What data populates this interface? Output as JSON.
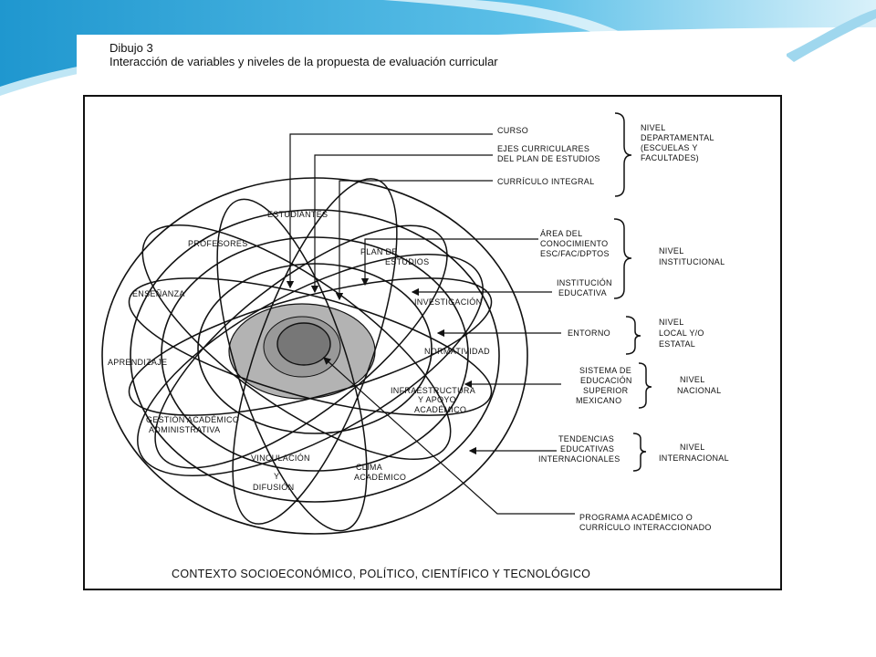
{
  "colors": {
    "slide_top": "#2aa3d6",
    "slide_light": "#bfe6f5",
    "ink": "#111111",
    "core_dark": "#777777",
    "core_mid": "#b3b3b3"
  },
  "figure": {
    "number": "Dibujo 3",
    "title": "Interacción de variables y niveles de la propuesta de evaluación curricular"
  },
  "diagram": {
    "variables": {
      "estudiantes": "ESTUDIANTES",
      "profesores": "PROFESORES",
      "plan_estudios": [
        "PLAN DE",
        "ESTUDIOS"
      ],
      "investigacion": "INVESTIGACIÓN",
      "ensenanza": "ENSEÑANZA",
      "normatividad": "NORMATIVIDAD",
      "aprendizaje": "APRENDIZAJE",
      "infraestructura": [
        "INFRAESTRUCTURA",
        "Y APOYO",
        "ACADÉMICO"
      ],
      "gestion": [
        "GESTIÓN ACADÉMICO",
        "ADMINISTRATIVA"
      ],
      "vinculacion": [
        "VINCULACIÓN",
        "Y",
        "DIFUSIÓN"
      ],
      "clima": [
        "CLIMA",
        "ACADÉMICO"
      ]
    },
    "curriculum": {
      "curso": "CURSO",
      "ejes": [
        "EJES CURRICULARES",
        "DEL PLAN DE ESTUDIOS"
      ],
      "integral": "CURRÍCULO INTEGRAL",
      "area": [
        "ÁREA DEL",
        "CONOCIMIENTO",
        "ESC/FAC/DPTOS"
      ],
      "institucion": [
        "INSTITUCIÓN",
        "EDUCATIVA"
      ],
      "entorno": "ENTORNO",
      "sistema": [
        "SISTEMA DE",
        "EDUCACIÓN",
        "SUPERIOR",
        "MEXICANO"
      ],
      "tendencias": [
        "TENDENCIAS",
        "EDUCATIVAS",
        "INTERNACIONALES"
      ],
      "programa": [
        "PROGRAMA ACADÉMICO O",
        "CURRÍCULO INTERACCIONADO"
      ]
    },
    "levels": {
      "departamental": [
        "NIVEL",
        "DEPARTAMENTAL",
        "(ESCUELAS Y",
        "FACULTADES)"
      ],
      "institucional": [
        "NIVEL",
        "INSTITUCIONAL"
      ],
      "local": [
        "NIVEL",
        "LOCAL Y/O",
        "ESTATAL"
      ],
      "nacional": [
        "NIVEL",
        "NACIONAL"
      ],
      "internacional": [
        "NIVEL",
        "INTERNACIONAL"
      ]
    },
    "context": "CONTEXTO SOCIOECONÓMICO,  POLÍTICO, CIENTÍFICO Y TECNOLÓGICO"
  }
}
